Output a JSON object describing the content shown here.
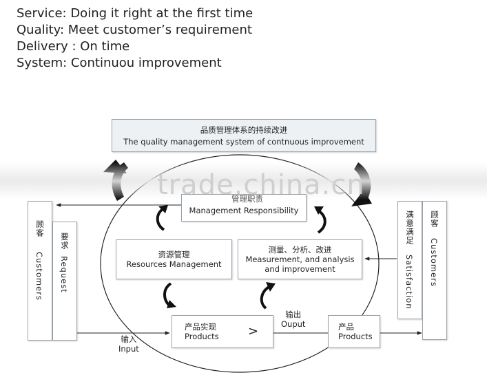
{
  "headlines": [
    {
      "key": "Service:",
      "text": " Doing it right at the first time"
    },
    {
      "key": "Quality:",
      "text": "  Meet customer’s requirement"
    },
    {
      "key": "Delivery",
      "text": " : On time"
    },
    {
      "key": "System:",
      "text": " Continuou  improvement"
    }
  ],
  "diagram": {
    "top_box": {
      "zh": "品质管理体系的持续改进",
      "en": "The quality management system of contnuous improvement"
    },
    "management": {
      "zh": "管理职责",
      "en": "Management Responsibility"
    },
    "resources": {
      "zh": "资源管理",
      "en": "Resources Management"
    },
    "measurement": {
      "zh": "测量、分析、改进",
      "en1": "Measurement, and analysis",
      "en2": "and improvement"
    },
    "realization": {
      "zh": "产品实现",
      "en": "Products",
      "symbol": ">"
    },
    "products_out": {
      "zh": "产品",
      "en": "Products"
    },
    "customers_left": {
      "zh": "顾客",
      "en": "Customers"
    },
    "request": {
      "zh": "要求",
      "en": "Request"
    },
    "satisfaction": {
      "zh": "满意满足",
      "en": "Satisfaction"
    },
    "customers_right": {
      "zh": "顾客",
      "en": "Customers"
    },
    "input": {
      "zh": "输入",
      "en": "Input"
    },
    "output": {
      "zh": "输出",
      "en": "Ouput"
    }
  },
  "watermark": "trade.china.cn"
}
